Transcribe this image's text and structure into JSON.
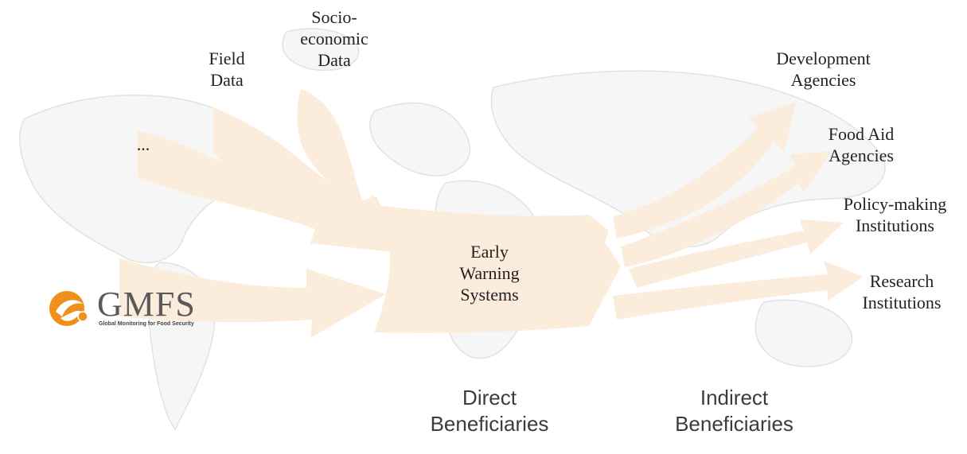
{
  "inputs": {
    "ellipsis": "...",
    "field_data": "Field\nData",
    "socio_economic_data": "Socio-\neconomic\nData"
  },
  "center": {
    "early_warning": "Early\nWarning\nSystems"
  },
  "outputs": {
    "development_agencies": "Development\nAgencies",
    "food_aid_agencies": "Food Aid\nAgencies",
    "policy_making_institutions": "Policy-making\nInstitutions",
    "research_institutions": "Research\nInstitutions"
  },
  "beneficiaries": {
    "direct": "Direct\nBeneficiaries",
    "indirect": "Indirect\nBeneficiaries"
  },
  "logo": {
    "name": "GMFS",
    "subtitle": "Global Monitoring for Food Security"
  },
  "colors": {
    "arrow_fill": "#fbecdb",
    "map_lines": "#e2e2e2",
    "logo_orange": "#f0901c",
    "logo_text": "#5a5a5a"
  }
}
